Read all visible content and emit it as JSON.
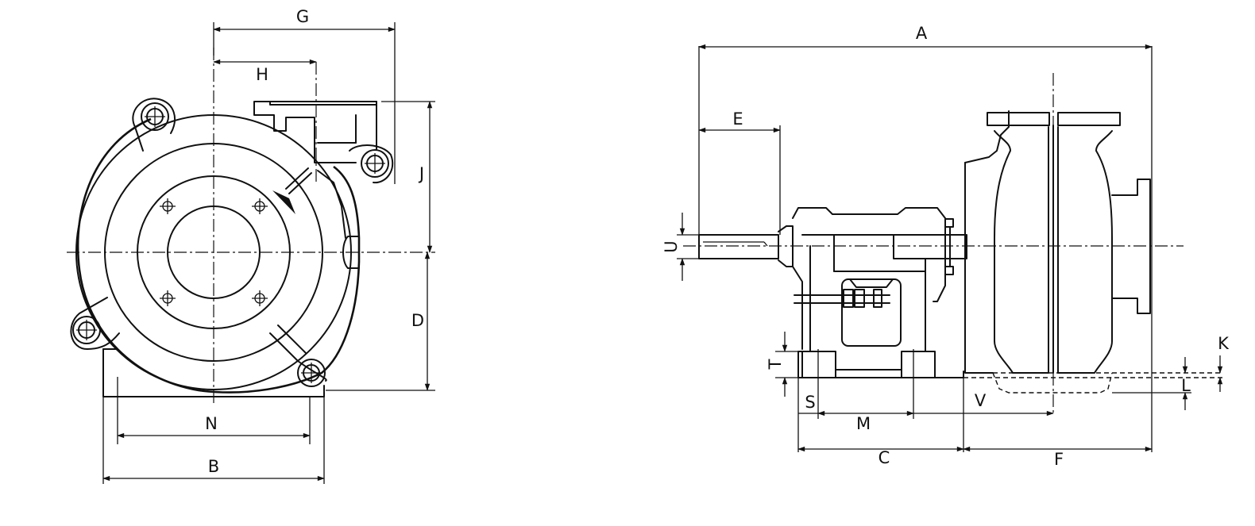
{
  "front_view": {
    "labels": {
      "G": "G",
      "H": "H",
      "J": "J",
      "D": "D",
      "N": "N",
      "B": "B"
    }
  },
  "side_view": {
    "labels": {
      "A": "A",
      "E": "E",
      "U": "U",
      "T": "T",
      "S": "S",
      "M": "M",
      "V": "V",
      "C": "C",
      "F": "F",
      "K": "K",
      "L": "L"
    }
  }
}
